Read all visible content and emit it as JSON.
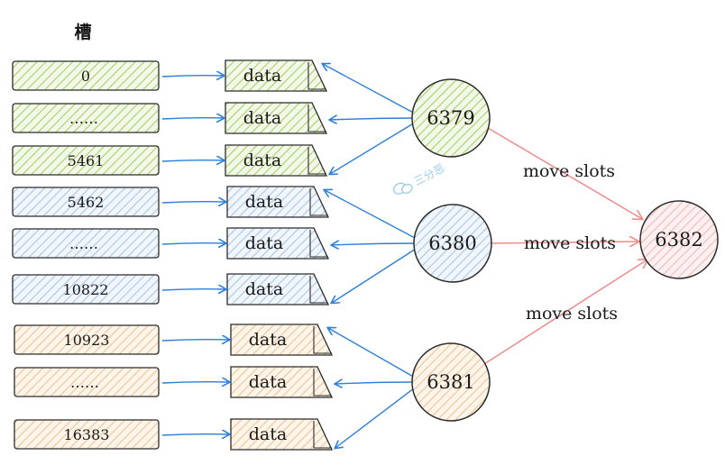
{
  "title": "槽",
  "slot_groups": [
    {
      "node": "6379",
      "slots": [
        "0",
        "……",
        "5461"
      ]
    },
    {
      "node": "6380",
      "slots": [
        "5462",
        "……",
        "10822"
      ]
    },
    {
      "node": "6381",
      "slots": [
        "10923",
        "……",
        "16383"
      ]
    }
  ],
  "data_label": "data",
  "target_node": "6382",
  "move_label": "move slots",
  "watermark": "三分恶",
  "colors": {
    "green_fill": "#cfe6a8",
    "green_stroke": "#7aa53a",
    "blue_fill": "#cfe0f3",
    "blue_stroke": "#6a8fb8",
    "orange_fill": "#f6d7b4",
    "orange_stroke": "#c99a63",
    "pink_fill": "#f8d6d6",
    "arrow_blue": "#2d7fd8",
    "arrow_pink": "#f08b8b",
    "outline": "#2b2b2b"
  }
}
